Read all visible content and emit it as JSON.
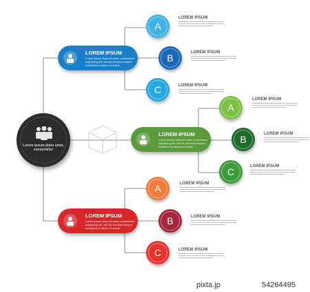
{
  "root": {
    "text": "Lorem ipsum dolor amet, consectetur"
  },
  "branches": [
    {
      "title": "LOREM IPSUM",
      "description": "Lorem ipsum dolor sit amet, consectetur adipiscing elit, sed do eiusmod tempor incididunt ut labore et dolore",
      "color": "#1c80c8",
      "nodes": [
        {
          "letter": "A",
          "title": "LOREM IPSUM",
          "color": "#3fb2e6"
        },
        {
          "letter": "B",
          "title": "LOREM IPSUM",
          "color": "#1a66b8"
        },
        {
          "letter": "C",
          "title": "LOREM IPSUM",
          "color": "#28a6e0"
        }
      ]
    },
    {
      "title": "LOREM IPSUM",
      "description": "Lorem ipsum dolor sit amet, consectetur adipiscing elit, sed do eiusmod tempor incididunt ut labore et dolore",
      "color": "#5a9a3a",
      "nodes": [
        {
          "letter": "A",
          "title": "LOREM IPSUM",
          "color": "#7cc242"
        },
        {
          "letter": "B",
          "title": "LOREM IPSUM",
          "color": "#1e6b2c"
        },
        {
          "letter": "C",
          "title": "LOREM IPSUM",
          "color": "#3c9a3a"
        }
      ]
    },
    {
      "title": "LOREM IPSUM",
      "description": "Lorem ipsum dolor sit amet, consectetur adipiscing elit, sed do eiusmod tempor incididunt ut labore et dolore",
      "color": "#d6282a",
      "nodes": [
        {
          "letter": "A",
          "title": "LOREM IPSUM",
          "color": "#f07b3a"
        },
        {
          "letter": "B",
          "title": "LOREM IPSUM",
          "color": "#a8243a"
        },
        {
          "letter": "C",
          "title": "LOREM IPSUM",
          "color": "#e8322e"
        }
      ]
    }
  ],
  "footer": {
    "brand": "pixta.jp",
    "id": "54264495"
  }
}
